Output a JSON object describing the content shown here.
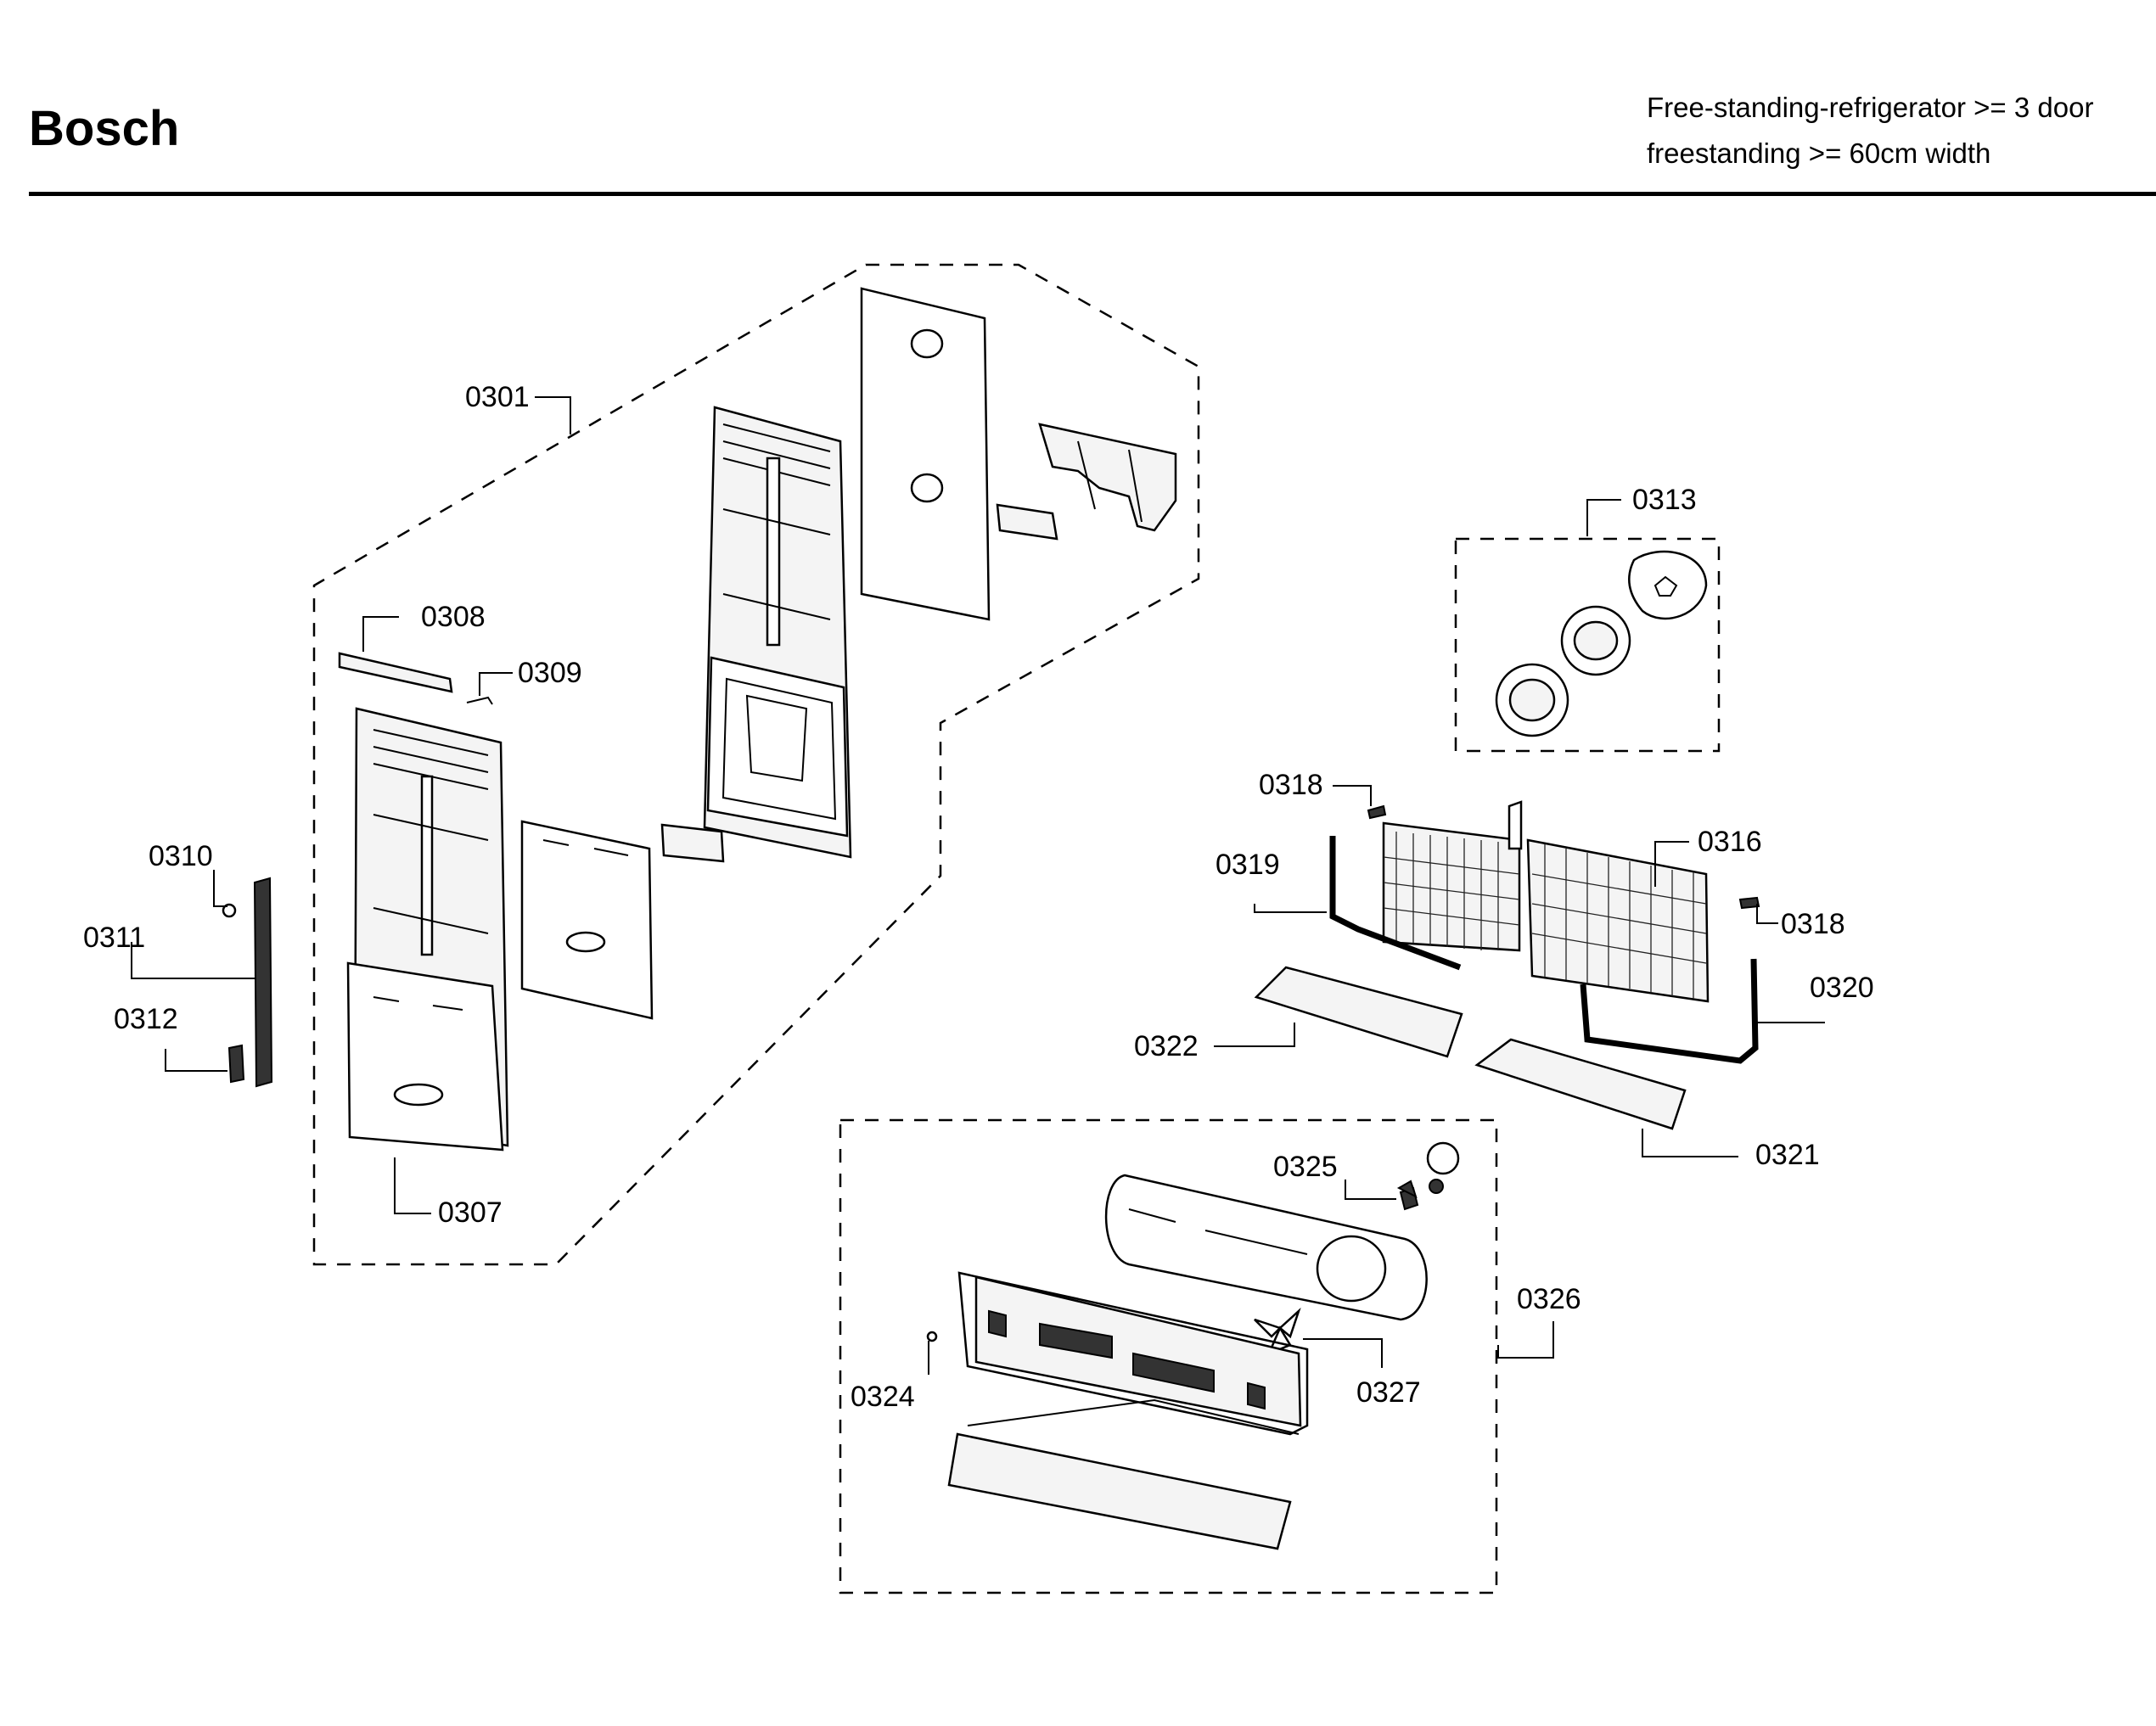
{
  "header": {
    "brand": "Bosch",
    "subtitle_line1": "Free-standing-refrigerator >= 3 door",
    "subtitle_line2": "freestanding >= 60cm width"
  },
  "parts": {
    "p0301": "0301",
    "p0307": "0307",
    "p0308": "0308",
    "p0309": "0309",
    "p0310": "0310",
    "p0311": "0311",
    "p0312": "0312",
    "p0313": "0313",
    "p0316": "0316",
    "p0318a": "0318",
    "p0318b": "0318",
    "p0319": "0319",
    "p0320": "0320",
    "p0321": "0321",
    "p0322": "0322",
    "p0324": "0324",
    "p0325": "0325",
    "p0326": "0326",
    "p0327": "0327"
  }
}
